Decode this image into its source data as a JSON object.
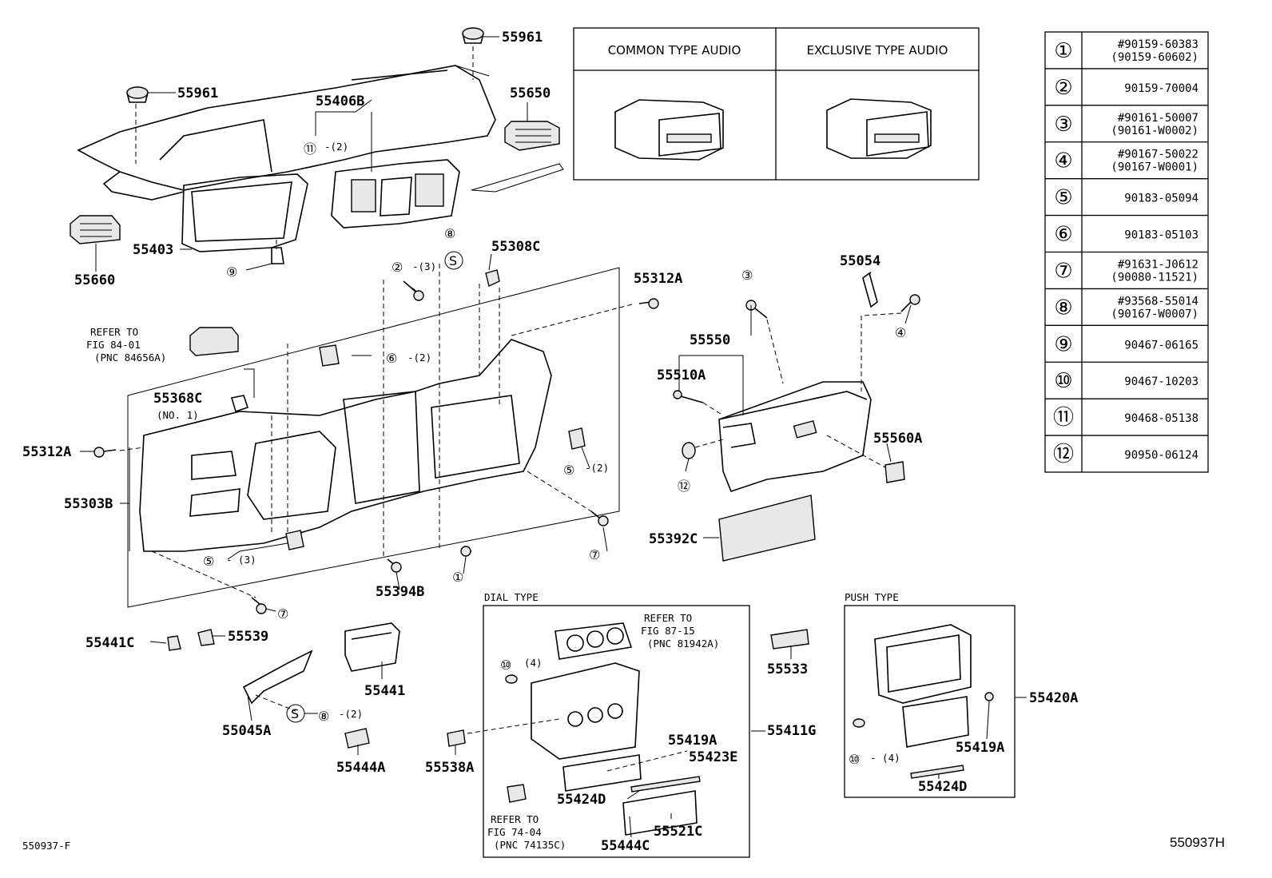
{
  "parts": {
    "p55961_top": "55961",
    "p55961_left": "55961",
    "p55650": "55650",
    "p55406B": "55406B",
    "p55660": "55660",
    "p55403": "55403",
    "p55308C": "55308C",
    "p55312A_r": "55312A",
    "p55054": "55054",
    "p55550": "55550",
    "p55510A": "55510A",
    "p55560A": "55560A",
    "p55368C": "55368C",
    "p55312A_l": "55312A",
    "p55303B": "55303B",
    "p55392C": "55392C",
    "p55394B": "55394B",
    "p55441C": "55441C",
    "p55539": "55539",
    "p55441": "55441",
    "p55045A": "55045A",
    "p55444A": "55444A",
    "p55533": "55533",
    "p55411G": "55411G",
    "p55419A_d": "55419A",
    "p55423E": "55423E",
    "p55538A": "55538A",
    "p55424D_d": "55424D",
    "p55521C": "55521C",
    "p55444C": "55444C",
    "p55420A": "55420A",
    "p55419A_p": "55419A",
    "p55424D_p": "55424D"
  },
  "callouts": {
    "c11": "⑪",
    "c11_qty": "-(2)",
    "c9": "⑨",
    "c8": "⑧",
    "cS1": "S",
    "c2": "②",
    "c2_qty": "-(3)",
    "c6": "⑥",
    "c6_qty": "-(2)",
    "c3": "③",
    "c4": "④",
    "c5a": "⑤",
    "c5a_qty": "-(2)",
    "c12": "⑫",
    "c7a": "⑦",
    "c1": "①",
    "c5b": "⑤",
    "c5b_qty": "- (3)",
    "c7b": "⑦",
    "cS2": "S",
    "c8b": "⑧",
    "c8b_qty": "-(2)",
    "c10d": "⑩",
    "c10d_qty": "(4)",
    "c10p": "⑩",
    "c10p_qty": "- (4)"
  },
  "refer": {
    "r1_l1": "REFER TO",
    "r1_l2": "FIG 84-01",
    "r1_l3": "(PNC 84656A)",
    "no1": "(NO. 1)",
    "r2_l1": "REFER TO",
    "r2_l2": "FIG 87-15",
    "r2_l3": "(PNC 81942A)",
    "r3_l1": "REFER TO",
    "r3_l2": "FIG 74-04",
    "r3_l3": "(PNC 74135C)"
  },
  "audio": {
    "common": "COMMON TYPE AUDIO",
    "exclusive": "EXCLUSIVE TYPE AUDIO"
  },
  "types": {
    "dial": "DIAL TYPE",
    "push": "PUSH TYPE"
  },
  "footer": {
    "left": "550937-F",
    "right": "550937H"
  },
  "legend": [
    {
      "num": "①",
      "code": "#90159-60383",
      "alt": "(90159-60602)"
    },
    {
      "num": "②",
      "code": "90159-70004",
      "alt": ""
    },
    {
      "num": "③",
      "code": "#90161-50007",
      "alt": "(90161-W0002)"
    },
    {
      "num": "④",
      "code": "#90167-50022",
      "alt": "(90167-W0001)"
    },
    {
      "num": "⑤",
      "code": "90183-05094",
      "alt": ""
    },
    {
      "num": "⑥",
      "code": "90183-05103",
      "alt": ""
    },
    {
      "num": "⑦",
      "code": "#91631-J0612",
      "alt": "(90080-11521)"
    },
    {
      "num": "⑧",
      "code": "#93568-55014",
      "alt": "(90167-W0007)"
    },
    {
      "num": "⑨",
      "code": "90467-06165",
      "alt": ""
    },
    {
      "num": "⑩",
      "code": "90467-10203",
      "alt": ""
    },
    {
      "num": "⑪",
      "code": "90468-05138",
      "alt": ""
    },
    {
      "num": "⑫",
      "code": "90950-06124",
      "alt": ""
    }
  ]
}
